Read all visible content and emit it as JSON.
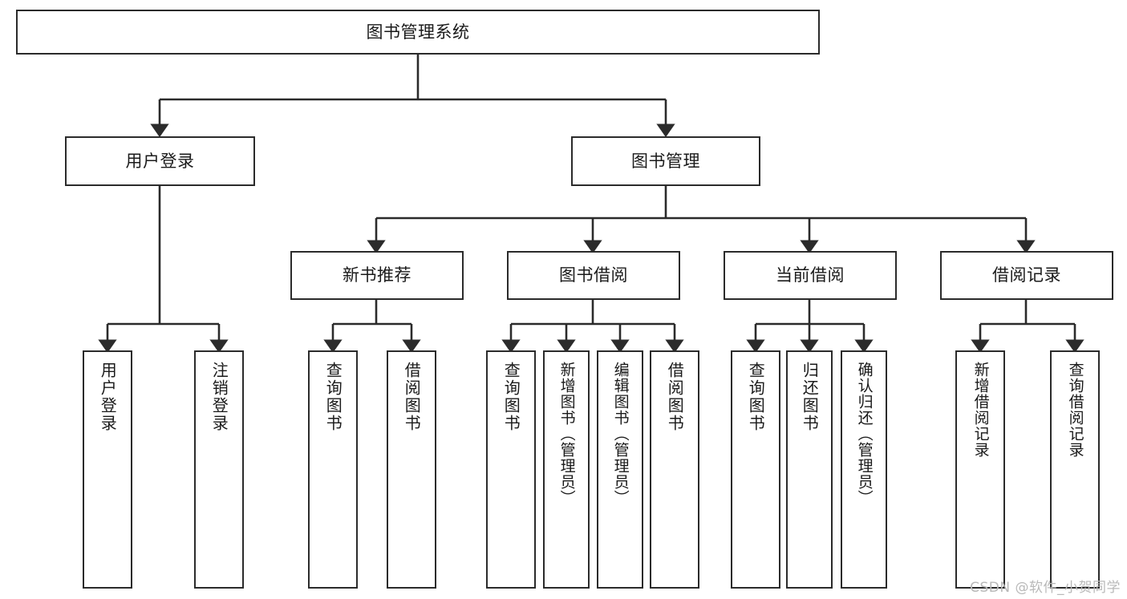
{
  "diagram": {
    "title": "图书管理系统",
    "watermark": "CSDN @软件_小贺同学",
    "line_color": "#2b2b2b",
    "text_color": "#1a1a1a",
    "background": "#ffffff",
    "levels": {
      "root": {
        "label": "图书管理系统"
      },
      "level2": [
        {
          "label": "用户登录"
        },
        {
          "label": "图书管理"
        }
      ],
      "level3": [
        {
          "label": "新书推荐"
        },
        {
          "label": "图书借阅"
        },
        {
          "label": "当前借阅"
        },
        {
          "label": "借阅记录"
        }
      ],
      "leaves": {
        "user_login": [
          {
            "label": "用户登录"
          },
          {
            "label": "注销登录"
          }
        ],
        "new_book_recommend": [
          {
            "label": "查询图书"
          },
          {
            "label": "借阅图书"
          }
        ],
        "book_borrow": [
          {
            "label": "查询图书"
          },
          {
            "label": "新增图书（管理员）"
          },
          {
            "label": "编辑图书（管理员）"
          },
          {
            "label": "借阅图书"
          }
        ],
        "current_borrow": [
          {
            "label": "查询图书"
          },
          {
            "label": "归还图书"
          },
          {
            "label": "确认归还（管理员）"
          }
        ],
        "borrow_record": [
          {
            "label": "新增借阅记录"
          },
          {
            "label": "查询借阅记录"
          }
        ]
      }
    }
  }
}
